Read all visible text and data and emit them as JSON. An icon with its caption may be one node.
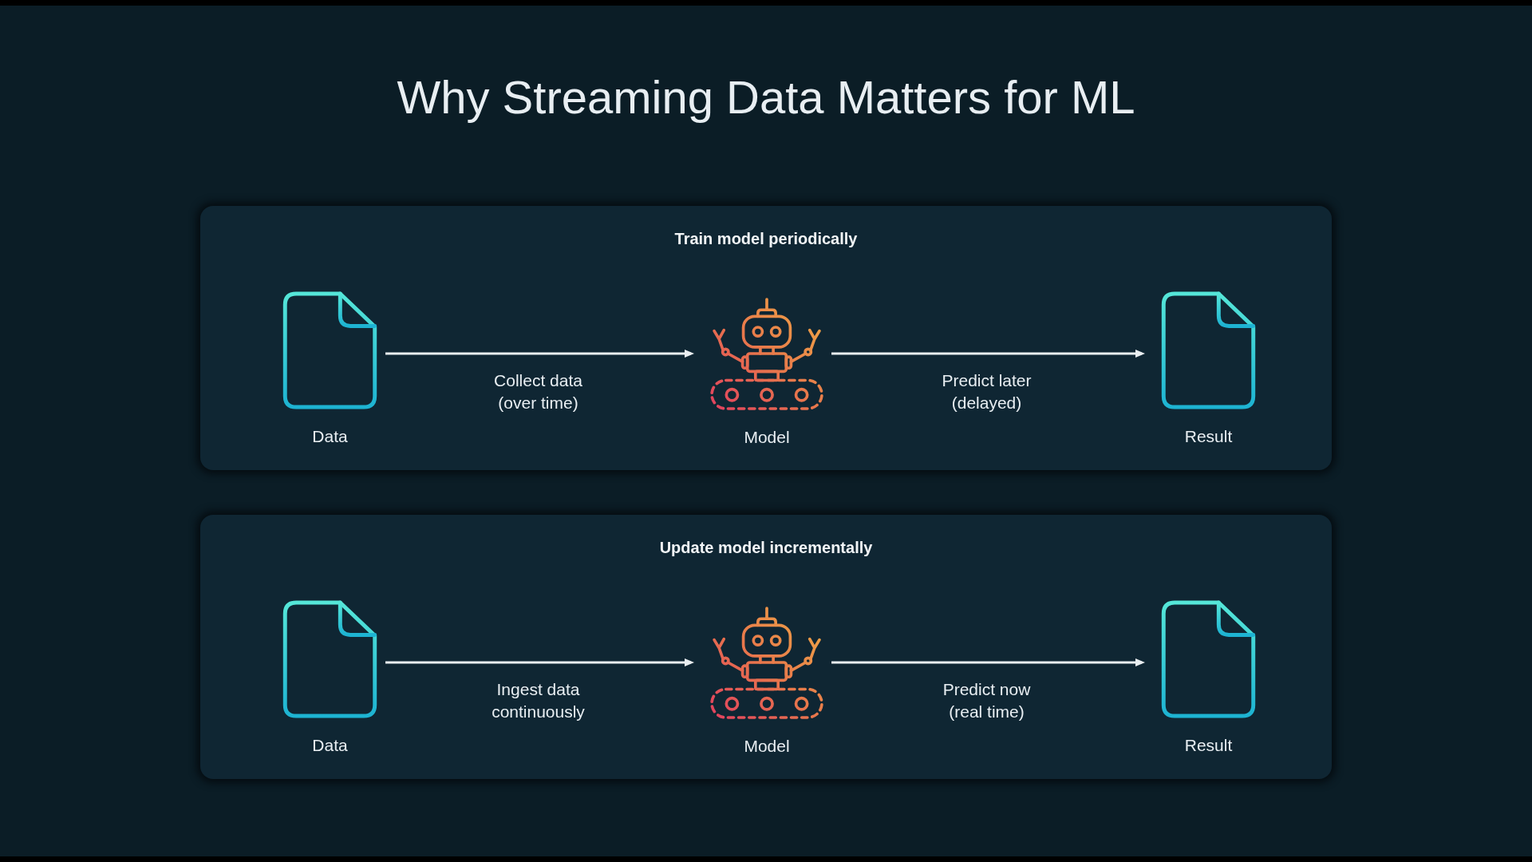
{
  "diagram": {
    "title": "Why Streaming Data Matters for ML",
    "nodes": [
      {
        "text": [
          "Train model periodically"
        ]
      },
      {
        "text": [
          "Data"
        ],
        "in": 0
      },
      {
        "text": [
          "Model"
        ],
        "in": 0
      },
      {
        "text": [
          "Result"
        ],
        "in": 0
      },
      {
        "text": [
          "Update model incrementally"
        ]
      },
      {
        "text": [
          "Data"
        ],
        "in": 4
      },
      {
        "text": [
          "Model"
        ],
        "in": 4
      },
      {
        "text": [
          "Result"
        ],
        "in": 4
      }
    ],
    "edges": [
      {
        "from": 1,
        "to": 2,
        "arrow": "to",
        "label": "Collect data (over time)"
      },
      {
        "from": 2,
        "to": 3,
        "arrow": "to",
        "label": "Predict later (delayed)"
      },
      {
        "from": 5,
        "to": 6,
        "arrow": "to",
        "label": "Ingest data continuously"
      },
      {
        "from": 6,
        "to": 7,
        "arrow": "to",
        "label": "Predict now (real time)"
      }
    ]
  }
}
